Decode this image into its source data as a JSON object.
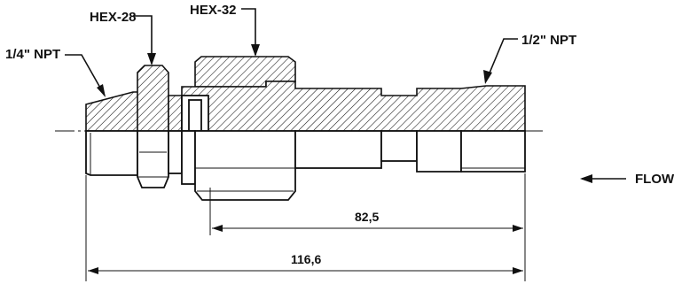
{
  "labels": {
    "hex28": "HEX-28",
    "hex32": "HEX-32",
    "npt_quarter": "1/4\" NPT",
    "npt_half": "1/2\" NPT",
    "flow": "FLOW"
  },
  "dimensions": {
    "inner_length": "82,5",
    "overall_length": "116,6"
  }
}
